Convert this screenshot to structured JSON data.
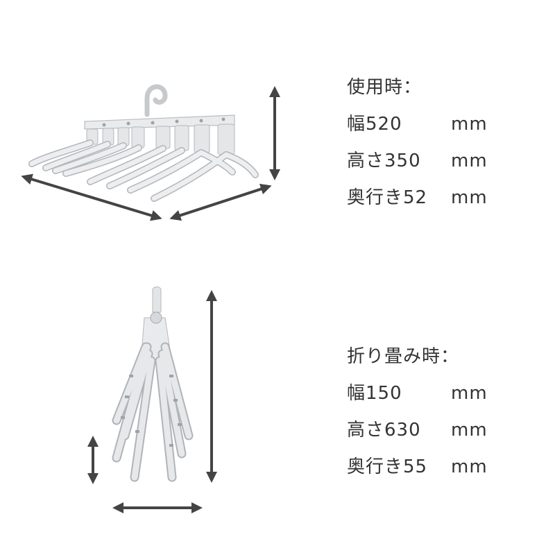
{
  "open": {
    "heading": "使用時：",
    "rows": [
      {
        "label": "幅520",
        "unit": "mm"
      },
      {
        "label": "高さ350",
        "unit": "mm"
      },
      {
        "label": "奥行き52",
        "unit": "mm"
      }
    ]
  },
  "folded": {
    "heading": "折り畳み時：",
    "rows": [
      {
        "label": "幅150",
        "unit": "mm"
      },
      {
        "label": "高さ630",
        "unit": "mm"
      },
      {
        "label": "奥行き55",
        "unit": "mm"
      }
    ]
  },
  "colors": {
    "arrow": "#444444",
    "hanger": "#e4e6e8",
    "hanger_shade": "#b9bcc0"
  }
}
